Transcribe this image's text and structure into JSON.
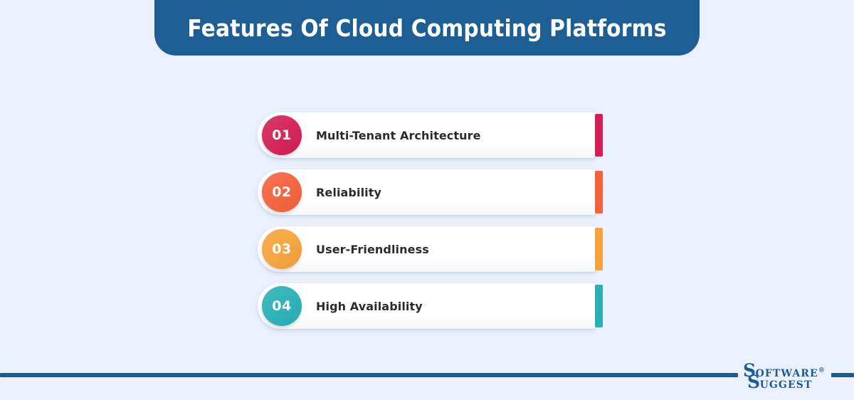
{
  "header": {
    "title": "Features Of Cloud Computing Platforms",
    "banner_color": "#1d5e94",
    "title_color": "#ffffff"
  },
  "page": {
    "background_color": "#eaf1fd"
  },
  "features": [
    {
      "number": "01",
      "label": "Multi-Tenant Architecture",
      "color": "#d41f54"
    },
    {
      "number": "02",
      "label": "Reliability",
      "color": "#f4613b"
    },
    {
      "number": "03",
      "label": "User-Friendliness",
      "color": "#f5a33a"
    },
    {
      "number": "04",
      "label": "High Availability",
      "color": "#28b0b4"
    }
  ],
  "footer": {
    "logo": {
      "cap_1": "S",
      "rest_1": "OFTWARE",
      "registered": "®",
      "cap_2": "S",
      "rest_2": "UGGEST"
    },
    "rule_color": "#1b5b95"
  }
}
